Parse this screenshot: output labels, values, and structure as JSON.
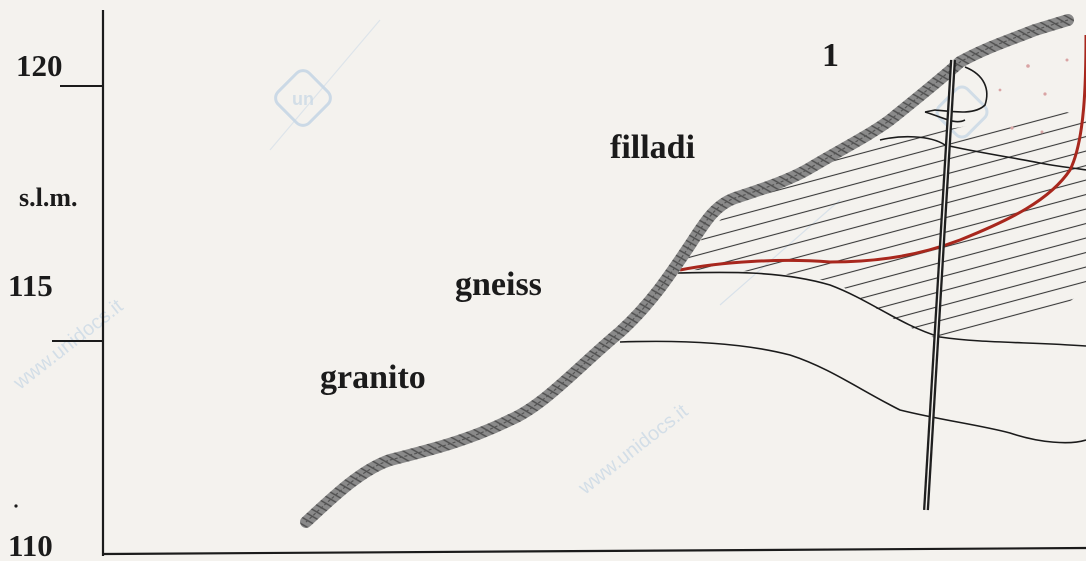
{
  "axis": {
    "unit_label": "s.l.m.",
    "ticks": [
      "120",
      "115",
      "110"
    ]
  },
  "labels": {
    "section_number": "1",
    "rock_filladi": "filladi",
    "rock_gneiss": "gneiss",
    "rock_granito": "granito"
  },
  "watermark": {
    "text": "www.unidocs.it",
    "logo_text": "un"
  },
  "colors": {
    "background": "#f4f2ee",
    "profile": "#6b6b6b",
    "contact_lines": "#1b1b1b",
    "red_boundary": "#a8271d",
    "hatch": "#3a3a3a",
    "well": "#1f1f1f"
  }
}
